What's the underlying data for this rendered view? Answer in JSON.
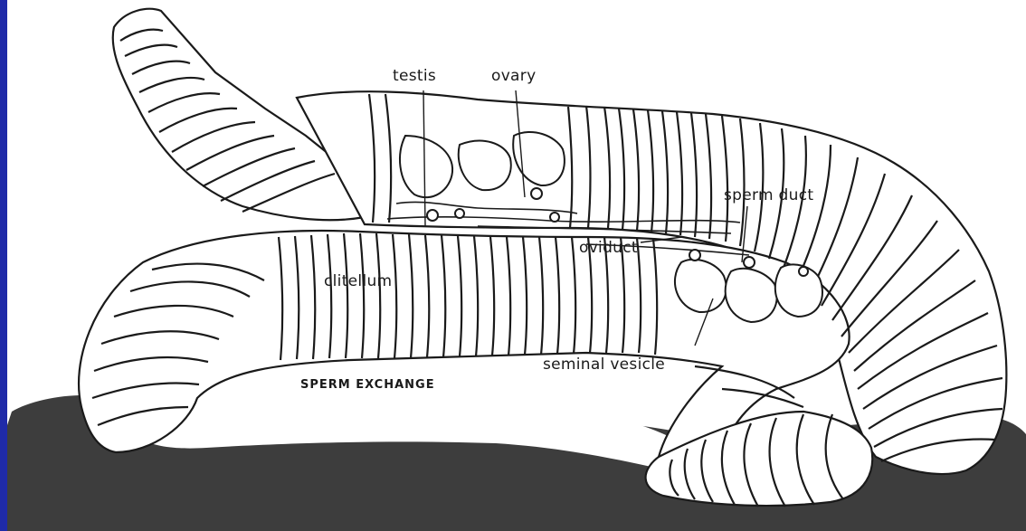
{
  "labels": {
    "testis": "testis",
    "ovary": "ovary",
    "sperm_duct": "sperm duct",
    "oviduct": "oviduct",
    "clitellum": "clitellum",
    "seminal_vesicle": "seminal vesicle",
    "sperm_exchange": "SPERM EXCHANGE"
  },
  "colors": {
    "soil": "#3d3d3d",
    "outline": "#1a1a1a",
    "frame": "#1f2aa8"
  }
}
